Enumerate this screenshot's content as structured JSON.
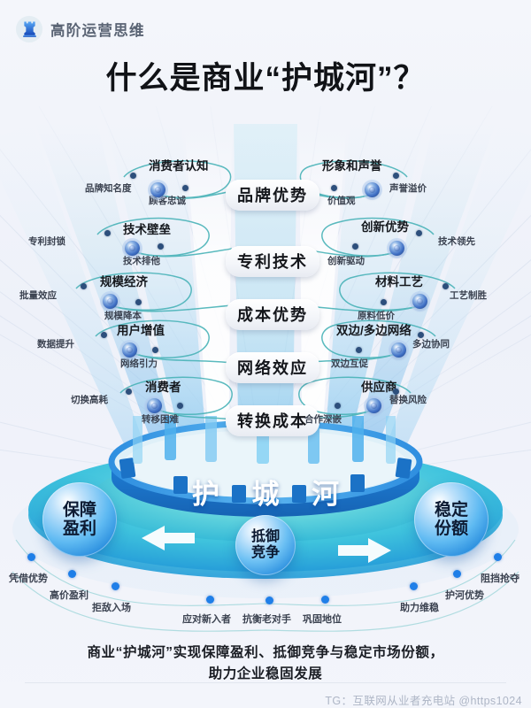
{
  "header": {
    "logo_icon": "chess-rook-icon",
    "brand": "高阶运营思维",
    "title": "什么是商业“护城河”？"
  },
  "center_pills": [
    {
      "label": "品牌优势"
    },
    {
      "label": "专利技术"
    },
    {
      "label": "成本优势"
    },
    {
      "label": "网络效应"
    },
    {
      "label": "转换成本"
    }
  ],
  "left_branches": [
    {
      "title": "消费者认知",
      "outer": "品牌知名度",
      "inner": "顾客忠诚"
    },
    {
      "title": "技术壁垒",
      "outer": "专利封锁",
      "inner": "技术排他"
    },
    {
      "title": "规模经济",
      "outer": "批量效应",
      "inner": "规模降本"
    },
    {
      "title": "用户增值",
      "outer": "数据提升",
      "inner": "网络引力"
    },
    {
      "title": "消费者",
      "outer": "切换高耗",
      "inner": "转移困难"
    }
  ],
  "right_branches": [
    {
      "title": "形象和声誉",
      "outer": "声誉溢价",
      "inner": "价值观"
    },
    {
      "title": "创新优势",
      "outer": "技术领先",
      "inner": "创新驱动"
    },
    {
      "title": "材料工艺",
      "outer": "工艺制胜",
      "inner": "原料低价"
    },
    {
      "title": "双边/多边网络",
      "outer": "多边协同",
      "inner": "双边互促"
    },
    {
      "title": "供应商",
      "outer": "替换风险",
      "inner": "合作深嵌"
    }
  ],
  "moat": {
    "label": "护 城 河",
    "left_sphere": {
      "line1": "保障",
      "line2": "盈利"
    },
    "center_sphere": {
      "line1": "抵御",
      "line2": "竞争"
    },
    "right_sphere": {
      "line1": "稳定",
      "line2": "份额"
    }
  },
  "outcome_labels": {
    "left": [
      "凭借优势",
      "高价盈利",
      "拒敌入场"
    ],
    "center": [
      "应对新入者",
      "抗衡老对手",
      "巩固地位"
    ],
    "right": [
      "助力维稳",
      "护河优势",
      "阻挡抢夺"
    ]
  },
  "footer": {
    "caption_line1": "商业“护城河”实现保障盈利、抵御竞争与稳定市场份额，",
    "caption_line2": "助力企业稳固发展",
    "watermark": "TG：互联网从业者充电站 @https1024"
  },
  "colors": {
    "page_bg": "#f2f4fa",
    "accent_blue": "#2f8fe0",
    "deep_blue": "#1d5fb0",
    "teal_line": "#49b3b8",
    "node_blue": "#3f6fc4",
    "text_dark": "#14161b"
  }
}
